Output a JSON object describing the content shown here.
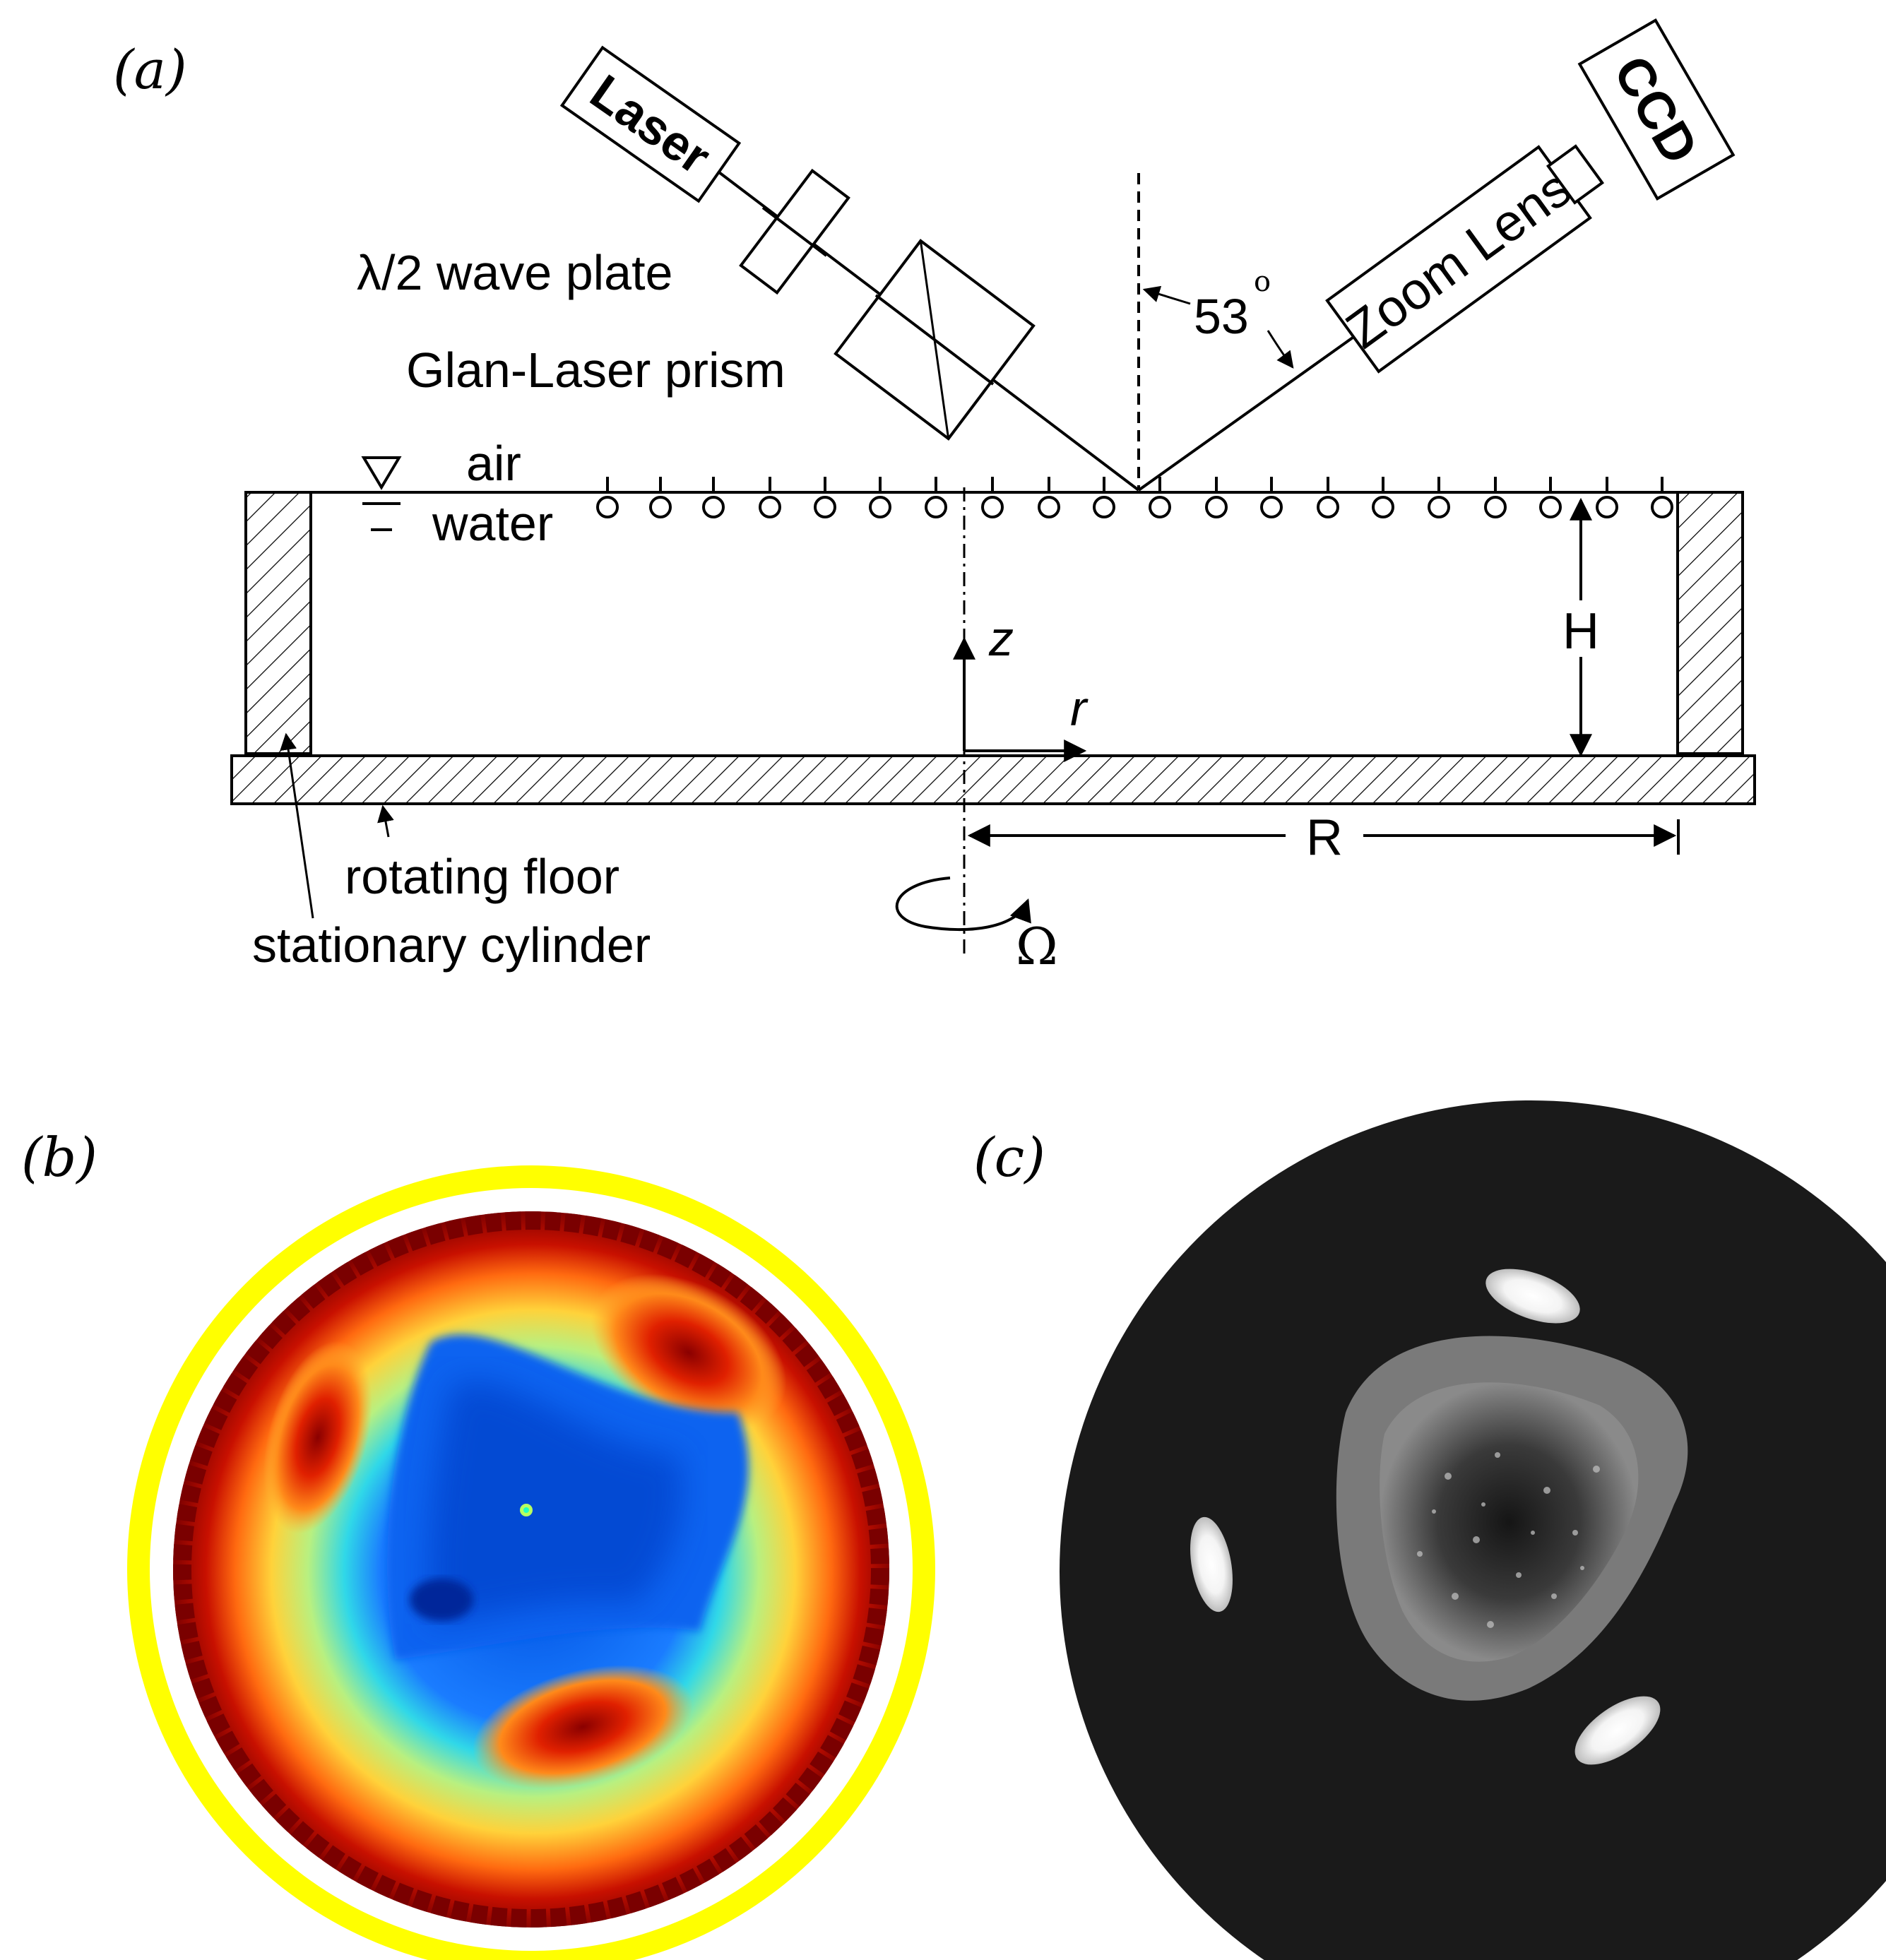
{
  "panels": {
    "a": {
      "tag": "(a)"
    },
    "b": {
      "tag": "(b)"
    },
    "c": {
      "tag": "(c)"
    }
  },
  "setup": {
    "laser": "Laser",
    "wave_plate": "λ/2 wave plate",
    "prism": "Glan-Laser prism",
    "zoom_lens": "Zoom Lens",
    "ccd": "CCD",
    "angle": "53",
    "angle_unit": "o",
    "air": "air",
    "water": "water",
    "z_axis": "z",
    "r_axis": "r",
    "height": "H",
    "radius": "R",
    "omega": "Ω",
    "rotating_floor": "rotating floor",
    "stationary_cylinder": "stationary cylinder"
  },
  "colors": {
    "line": "#000000",
    "colormap_low": "#0044dd",
    "colormap_high": "#8a0000",
    "ring": "#ffff00",
    "image_background": "#1a1a1a"
  }
}
